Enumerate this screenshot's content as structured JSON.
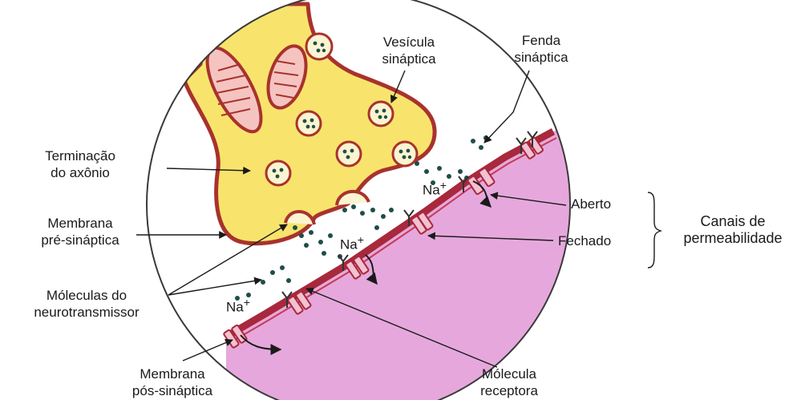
{
  "labels": {
    "vesicle": [
      "Vesícula",
      "sináptica"
    ],
    "cleft": [
      "Fenda",
      "sináptica"
    ],
    "axon_terminal": [
      "Terminação",
      "do axônio"
    ],
    "pre_membrane": [
      "Membrana",
      "pré-sináptica"
    ],
    "neurotransmitter": [
      "Móleculas do",
      "neurotransmissor"
    ],
    "post_membrane": [
      "Membrana",
      "pós-sináptica"
    ],
    "receptor": [
      "Mólecula",
      "receptora"
    ],
    "open": "Aberto",
    "closed": "Fechado",
    "channels": [
      "Canais de",
      "permeabilidade"
    ],
    "sodium": "Na"
  },
  "colors": {
    "terminal_fill": "#f8e46c",
    "terminal_outline": "#a8322e",
    "postsynaptic_fill": "#e6a8dc",
    "membrane": "#a8283c",
    "mitochondria": "#f5c4c0",
    "molecule": "#1f4d4a",
    "channel": "#f2c2d2"
  }
}
